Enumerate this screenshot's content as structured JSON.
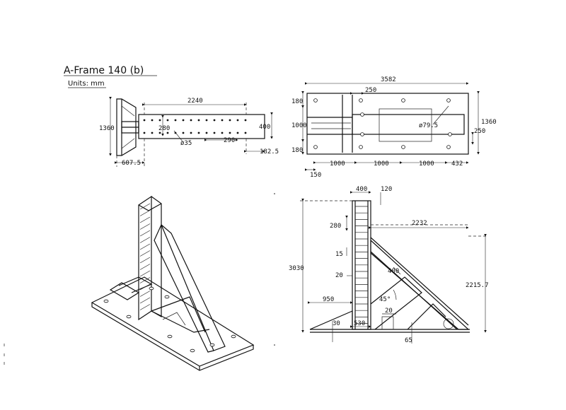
{
  "title": "A-Frame 140 (b)",
  "units": "Units: mm",
  "side_view": {
    "dims": [
      "2240",
      "1360",
      "280",
      "400",
      "ø35",
      "290",
      "607.5",
      "182.5"
    ]
  },
  "plan_view": {
    "dims": [
      "3582",
      "250",
      "180",
      "1000",
      "180",
      "1360",
      "ø79.5",
      "250",
      "150",
      "1000",
      "1000",
      "1000",
      "432"
    ]
  },
  "elevation_view": {
    "dims": [
      "400",
      "120",
      "280",
      "2232",
      "15",
      "3030",
      "400",
      "20",
      "2215.7",
      "45°",
      "950",
      "20",
      "30",
      "530",
      "65"
    ]
  }
}
